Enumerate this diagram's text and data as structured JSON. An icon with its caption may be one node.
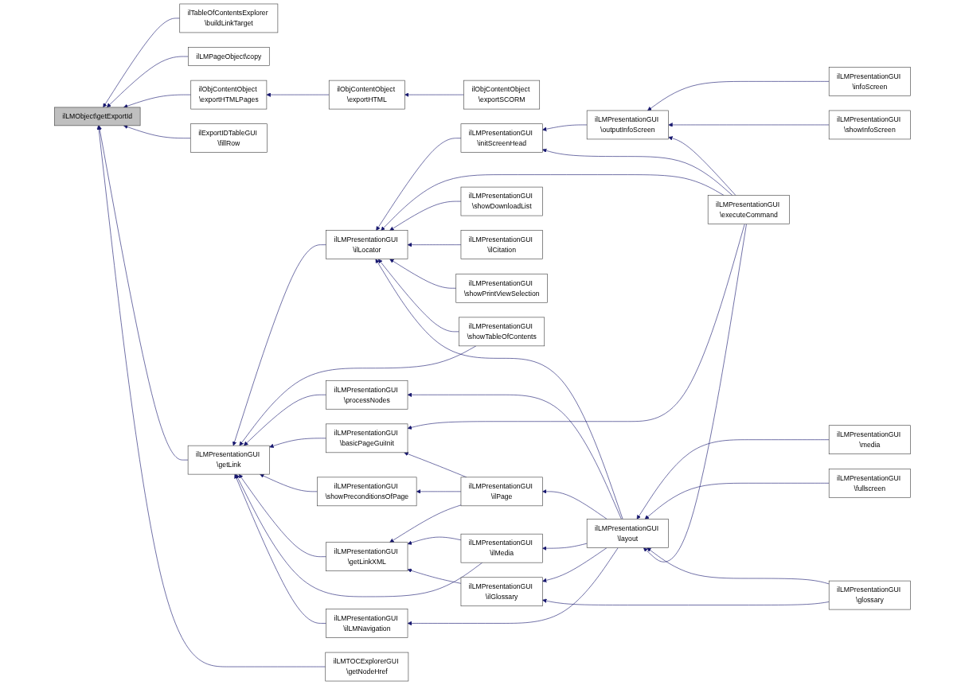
{
  "diagram": {
    "nodes": [
      {
        "text": [
          "ilLMObject\\getExportId"
        ]
      },
      {
        "text": [
          "ilTableOfContentsExplorer \\buildLinkTarget"
        ]
      },
      {
        "text": [
          "ilLMPageObject\\copy"
        ]
      },
      {
        "text": [
          "ilObjContentObject \\exportHTMLPages"
        ]
      },
      {
        "text": [
          "ilExportIDTableGUI \\fillRow"
        ]
      },
      {
        "text": [
          "ilLMPresentationGUI \\getLink"
        ]
      },
      {
        "text": [
          "ilLMTOCExplorerGUI \\getNodeHref"
        ]
      },
      {
        "text": [
          "ilObjContentObject \\exportHTML"
        ]
      },
      {
        "text": [
          "ilLMPresentationGUI \\ilLocator"
        ]
      },
      {
        "text": [
          "ilLMPresentationGUI \\processNodes"
        ]
      },
      {
        "text": [
          "ilLMPresentationGUI \\basicPageGuiInit"
        ]
      },
      {
        "text": [
          "ilLMPresentationGUI \\showPreconditionsOfPage"
        ]
      },
      {
        "text": [
          "ilLMPresentationGUI \\getLinkXML"
        ]
      },
      {
        "text": [
          "ilLMPresentationGUI \\ilLMNavigation"
        ]
      },
      {
        "text": [
          "ilObjContentObject \\exportSCORM"
        ]
      },
      {
        "text": [
          "ilLMPresentationGUI \\initScreenHead"
        ]
      },
      {
        "text": [
          "ilLMPresentationGUI \\showDownloadList"
        ]
      },
      {
        "text": [
          "ilLMPresentationGUI \\ilCitation"
        ]
      },
      {
        "text": [
          "ilLMPresentationGUI \\showPrintViewSelection"
        ]
      },
      {
        "text": [
          "ilLMPresentationGUI \\showTableOfContents"
        ]
      },
      {
        "text": [
          "ilLMPresentationGUI \\ilPage"
        ]
      },
      {
        "text": [
          "ilLMPresentationGUI \\ilMedia"
        ]
      },
      {
        "text": [
          "ilLMPresentationGUI \\ilGlossary"
        ]
      },
      {
        "text": [
          "ilLMPresentationGUI \\outputInfoScreen"
        ]
      },
      {
        "text": [
          "ilLMPresentationGUI \\executeCommand"
        ]
      },
      {
        "text": [
          "ilLMPresentationGUI \\layout"
        ]
      },
      {
        "text": [
          "ilLMPresentationGUI \\infoScreen"
        ]
      },
      {
        "text": [
          "ilLMPresentationGUI \\showInfoScreen"
        ]
      },
      {
        "text": [
          "ilLMPresentationGUI \\media"
        ]
      },
      {
        "text": [
          "ilLMPresentationGUI \\fullscreen"
        ]
      },
      {
        "text": [
          "ilLMPresentationGUI \\glossary"
        ]
      }
    ],
    "edges": [
      {
        "from": 1,
        "to": 0,
        "arrow": "to"
      },
      {
        "from": 2,
        "to": 0,
        "arrow": "to"
      },
      {
        "from": 3,
        "to": 0,
        "arrow": "to"
      },
      {
        "from": 4,
        "to": 0,
        "arrow": "to"
      },
      {
        "from": 5,
        "to": 0,
        "arrow": "to"
      },
      {
        "from": 6,
        "to": 0,
        "arrow": "to"
      },
      {
        "from": 7,
        "to": 3,
        "arrow": "to"
      },
      {
        "from": 14,
        "to": 7,
        "arrow": "to"
      },
      {
        "from": 8,
        "to": 5,
        "arrow": "to"
      },
      {
        "from": 19,
        "to": 5,
        "arrow": "to"
      },
      {
        "from": 9,
        "to": 5,
        "arrow": "to"
      },
      {
        "from": 10,
        "to": 5,
        "arrow": "to"
      },
      {
        "from": 11,
        "to": 5,
        "arrow": "to"
      },
      {
        "from": 12,
        "to": 5,
        "arrow": "to"
      },
      {
        "from": 21,
        "to": 5,
        "arrow": "to"
      },
      {
        "from": 13,
        "to": 5,
        "arrow": "to"
      },
      {
        "from": 15,
        "to": 8,
        "arrow": "to"
      },
      {
        "from": 24,
        "to": 8,
        "arrow": "to"
      },
      {
        "from": 16,
        "to": 8,
        "arrow": "to"
      },
      {
        "from": 17,
        "to": 8,
        "arrow": "to"
      },
      {
        "from": 18,
        "to": 8,
        "arrow": "to"
      },
      {
        "from": 19,
        "to": 8,
        "arrow": "to"
      },
      {
        "from": 25,
        "to": 8,
        "arrow": "to"
      },
      {
        "from": 25,
        "to": 9,
        "arrow": "to"
      },
      {
        "from": 24,
        "to": 10,
        "arrow": "to"
      },
      {
        "from": 20,
        "to": 10,
        "arrow": "to"
      },
      {
        "from": 20,
        "to": 11,
        "arrow": "to"
      },
      {
        "from": 20,
        "to": 12,
        "arrow": "to"
      },
      {
        "from": 21,
        "to": 12,
        "arrow": "to"
      },
      {
        "from": 22,
        "to": 12,
        "arrow": "to"
      },
      {
        "from": 25,
        "to": 13,
        "arrow": "to"
      },
      {
        "from": 23,
        "to": 15,
        "arrow": "to"
      },
      {
        "from": 24,
        "to": 15,
        "arrow": "to"
      },
      {
        "from": 26,
        "to": 23,
        "arrow": "to"
      },
      {
        "from": 27,
        "to": 23,
        "arrow": "to"
      },
      {
        "from": 24,
        "to": 23,
        "arrow": "to"
      },
      {
        "from": 25,
        "to": 20,
        "arrow": "to"
      },
      {
        "from": 25,
        "to": 21,
        "arrow": "to"
      },
      {
        "from": 25,
        "to": 22,
        "arrow": "to"
      },
      {
        "from": 30,
        "to": 22,
        "arrow": "to"
      },
      {
        "from": 28,
        "to": 25,
        "arrow": "to"
      },
      {
        "from": 29,
        "to": 25,
        "arrow": "to"
      },
      {
        "from": 30,
        "to": 25,
        "arrow": "to"
      },
      {
        "from": 24,
        "to": 25,
        "arrow": "to"
      }
    ]
  }
}
